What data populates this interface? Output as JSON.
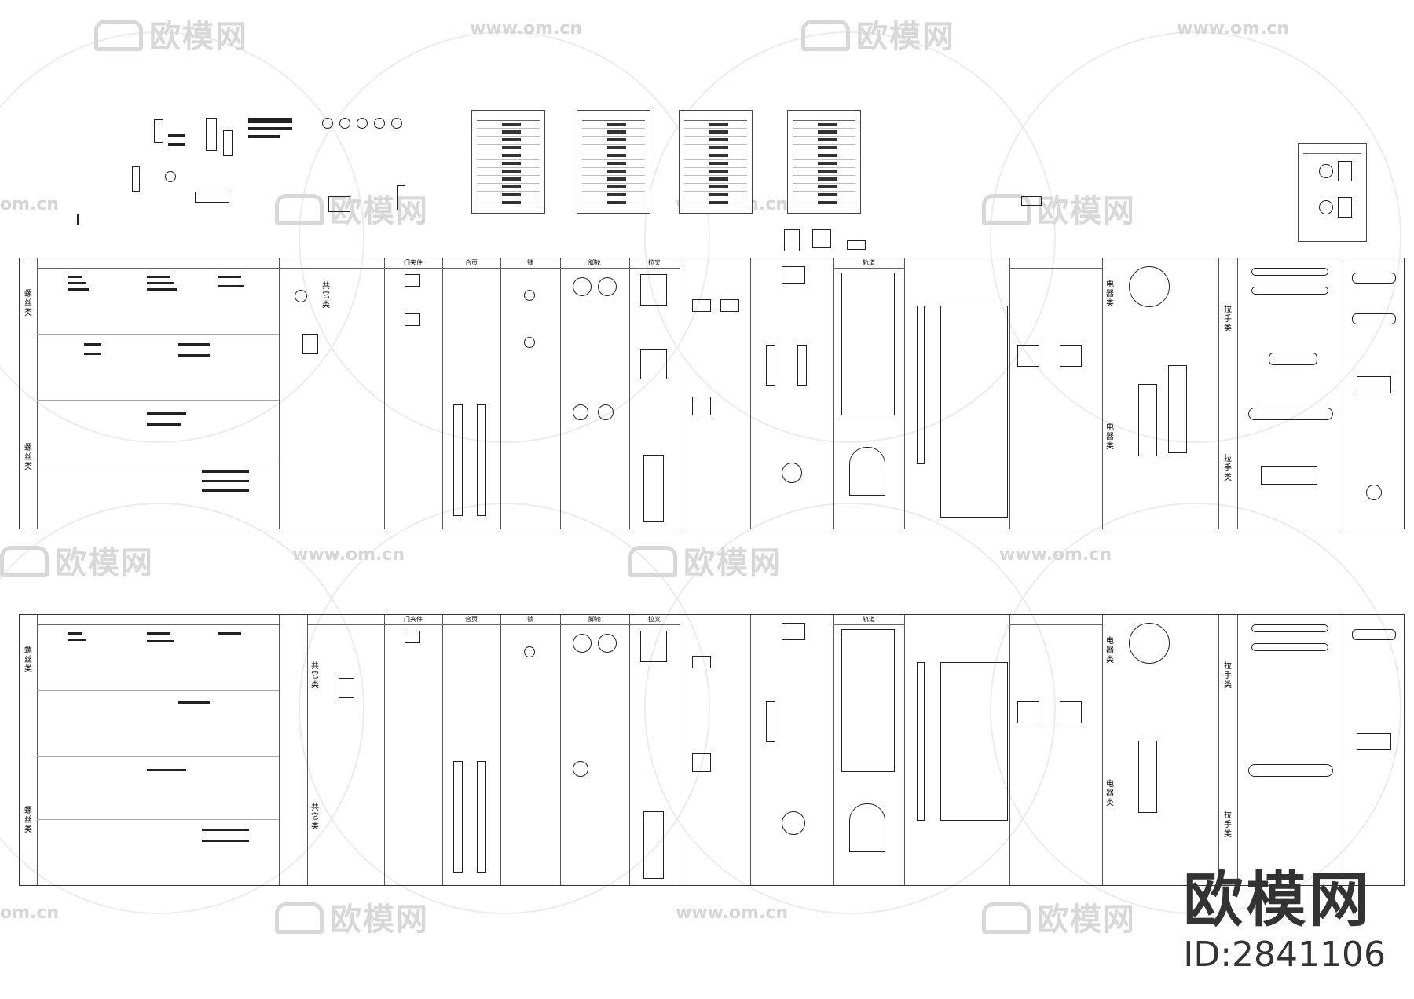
{
  "watermarks": {
    "logo_text": "欧模网",
    "url_text": "www.om.cn",
    "url_short": "om.cn"
  },
  "badge": {
    "logo_text": "欧模网",
    "id_text": "ID:2841106"
  },
  "board_labels": {
    "screws": "螺丝类",
    "common": "共它类",
    "electric": "电器类",
    "pull": "拉手类",
    "door_hinge": "门夹件",
    "hinge": "合页",
    "lock": "锁",
    "wheel": "脚轮",
    "plate": "拉叉",
    "rail": "轨道"
  },
  "colors": {
    "line": "#222222",
    "watermark": "#d8d8d8",
    "badge": "#333333"
  }
}
